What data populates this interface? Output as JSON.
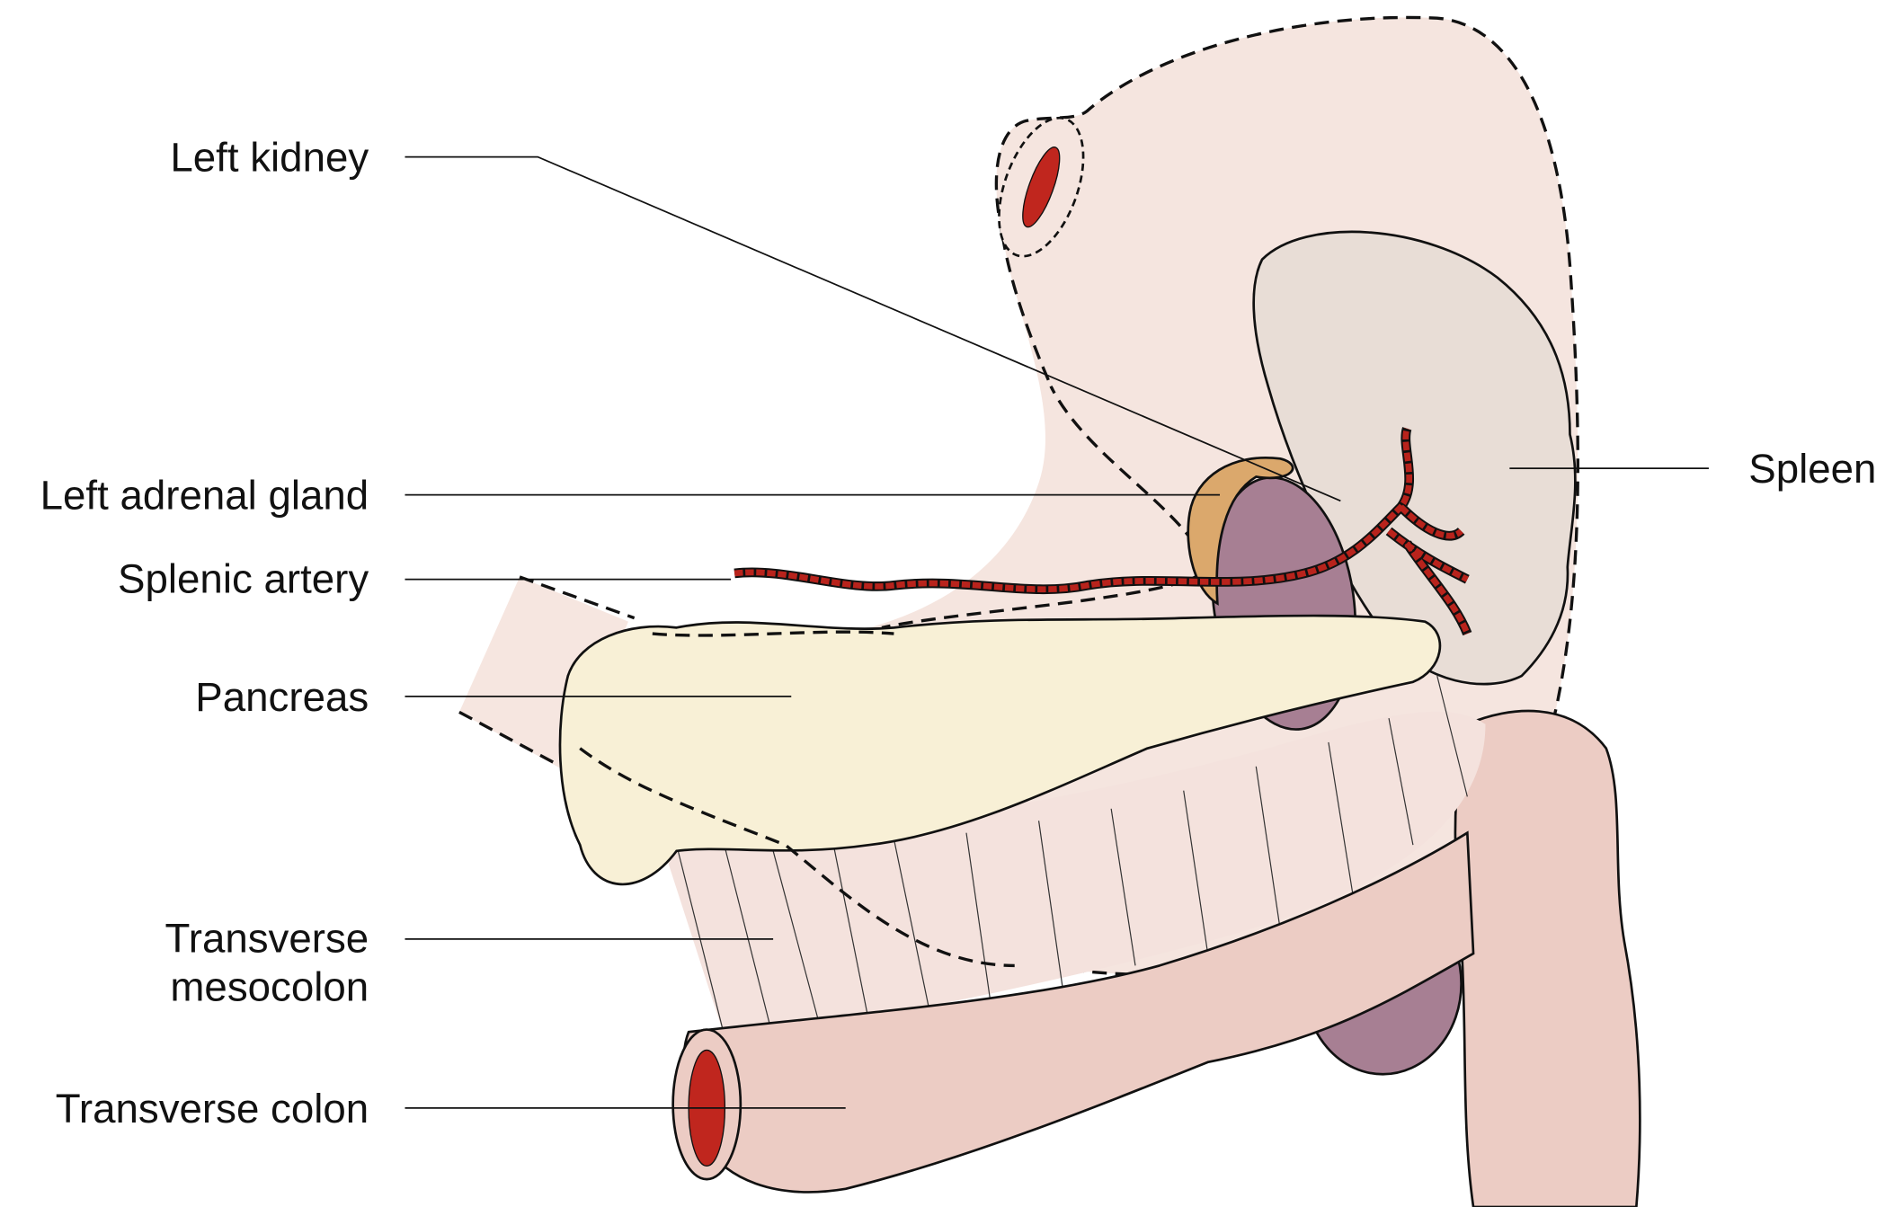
{
  "title": "Anatomical relations of the pancreas, spleen and transverse colon",
  "labels": {
    "left_kidney": "Left kidney",
    "left_adrenal_gland": "Left adrenal gland",
    "splenic_artery": "Splenic artery",
    "pancreas": "Pancreas",
    "transverse_mesocolon_line1": "Transverse",
    "transverse_mesocolon_line2": "mesocolon",
    "transverse_colon": "Transverse colon",
    "spleen": "Spleen"
  },
  "colors": {
    "background_tissue": "#f5e5df",
    "spleen": "#e8ddd6",
    "kidney": "#a77f93",
    "adrenal": "#dba86c",
    "artery": "#b8231c",
    "pancreas": "#f8f0d6",
    "mesocolon": "#f4e2dd",
    "colon": "#ecccc4",
    "lumen": "#c0261e"
  }
}
